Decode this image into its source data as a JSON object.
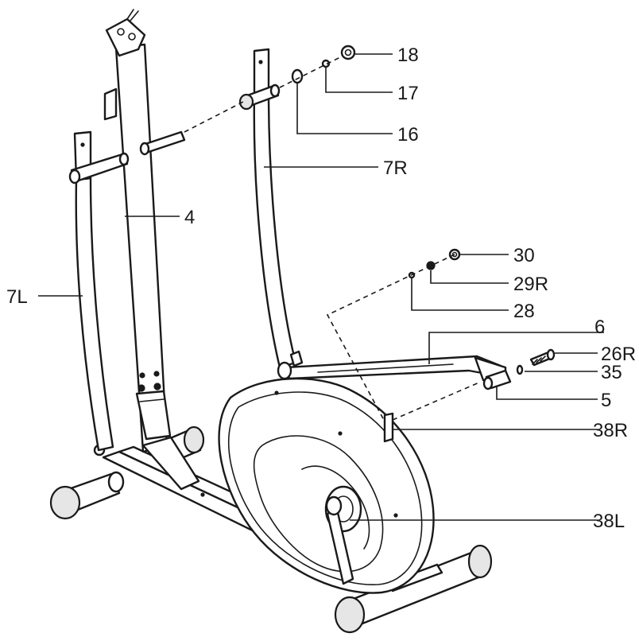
{
  "callouts": [
    {
      "id": "l18",
      "text": "18"
    },
    {
      "id": "l17",
      "text": "17"
    },
    {
      "id": "l16",
      "text": "16"
    },
    {
      "id": "l7R",
      "text": "7R"
    },
    {
      "id": "l4",
      "text": "4"
    },
    {
      "id": "l7L",
      "text": "7L"
    },
    {
      "id": "l30",
      "text": "30"
    },
    {
      "id": "l29R",
      "text": "29R"
    },
    {
      "id": "l28",
      "text": "28"
    },
    {
      "id": "l6",
      "text": "6"
    },
    {
      "id": "l26R",
      "text": "26R"
    },
    {
      "id": "l35",
      "text": "35"
    },
    {
      "id": "l5",
      "text": "5"
    },
    {
      "id": "l38R",
      "text": "38R"
    },
    {
      "id": "l38L",
      "text": "38L"
    }
  ],
  "colors": {
    "line": "#1a1a1a",
    "background": "#ffffff",
    "shade": "#e6e6e6"
  }
}
